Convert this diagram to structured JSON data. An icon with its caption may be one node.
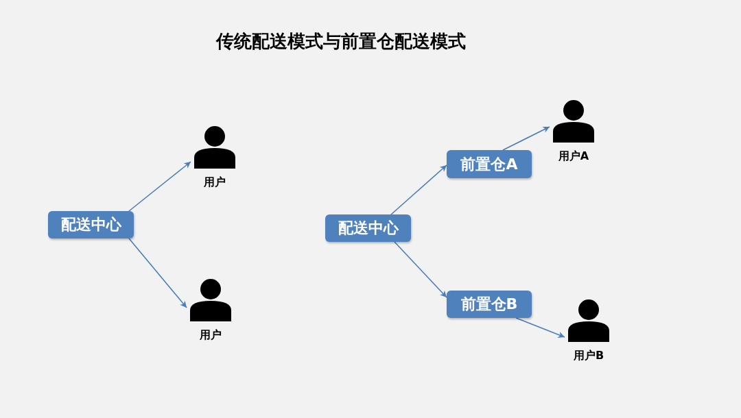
{
  "diagram": {
    "title": "传统配送模式与前置仓配送模式",
    "nodes": [
      {
        "text": [
          "配送中心"
        ]
      },
      {
        "text": [],
        "shape": "person",
        "beside": [
          "用户"
        ]
      },
      {
        "text": [],
        "shape": "person",
        "beside": [
          "用户"
        ]
      },
      {
        "text": [
          "配送中心"
        ]
      },
      {
        "text": [
          "前置仓A"
        ]
      },
      {
        "text": [
          "前置仓B"
        ]
      },
      {
        "text": [],
        "shape": "person",
        "beside": [
          "用户A"
        ]
      },
      {
        "text": [],
        "shape": "person",
        "beside": [
          "用户B"
        ]
      }
    ],
    "edges": [
      {
        "from": 0,
        "to": 1,
        "arrow": "to"
      },
      {
        "from": 0,
        "to": 2,
        "arrow": "to"
      },
      {
        "from": 3,
        "to": 4,
        "arrow": "to"
      },
      {
        "from": 3,
        "to": 5,
        "arrow": "to"
      },
      {
        "from": 4,
        "to": 6,
        "arrow": "to"
      },
      {
        "from": 5,
        "to": 7,
        "arrow": "to"
      }
    ]
  }
}
